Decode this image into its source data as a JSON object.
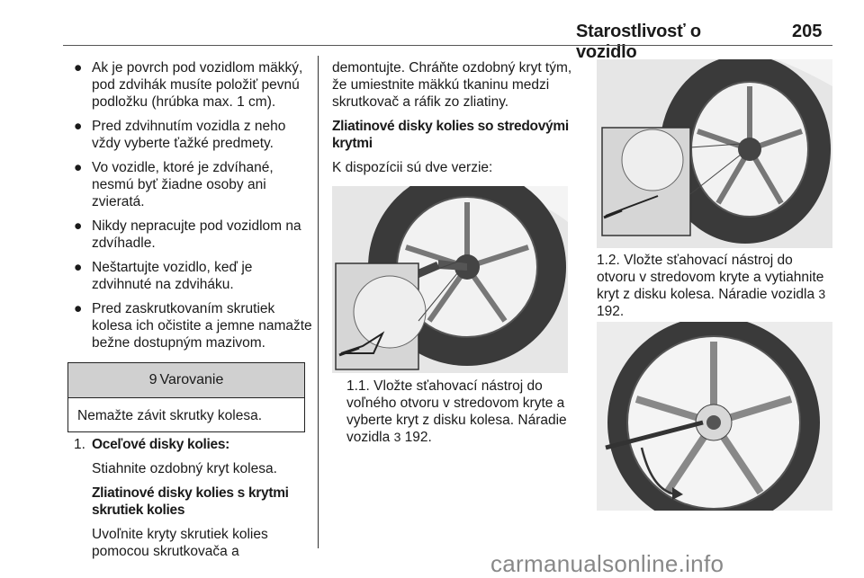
{
  "header": {
    "title": "Starostlivosť o vozidlo",
    "page_number": "205"
  },
  "column1": {
    "bullets": [
      "Ak je povrch pod vozidlom mäkký, pod zdvihák musíte položiť pevnú podložku (hrúbka max. 1 cm).",
      "Pred zdvihnutím vozidla z neho vždy vyberte ťažké predmety.",
      "Vo vozidle, ktoré je zdvíhané, nesmú byť žiadne osoby ani zvieratá.",
      "Nikdy nepracujte pod vozidlom na zdvíhadle.",
      "Neštartujte vozidlo, keď je zdvihnuté na zdviháku.",
      "Pred zaskrutkovaním skrutiek kolesa ich očistite a jemne namažte bežne dostupným mazivom."
    ],
    "bullet_symbol": "●",
    "warning": {
      "symbol": "9",
      "title": "Varovanie",
      "text": "Nemažte závit skrutky kolesa."
    },
    "step1": {
      "number": "1.",
      "heading": "Oceľové disky kolies:",
      "text": "Stiahnite ozdobný kryt kolesa.",
      "subheading": "Zliatinové disky kolies s krytmi skrutiek kolies",
      "subtext": "Uvoľnite kryty skrutiek kolies pomocou skrutkovača a"
    }
  },
  "column2": {
    "continuation": "demontujte. Chráňte ozdobný kryt tým, že umiestnite mäkkú tkaninu medzi skrutkovač a ráfik zo zliatiny.",
    "heading": "Zliatinové disky kolies so stredovými krytmi",
    "intro": "K dispozícii sú dve verzie:",
    "caption": "1.1. Vložte sťahovací nástroj do voľného otvoru v stredovom kryte a vyberte kryt z disku kolesa. Náradie vozidla",
    "ref_symbol": "3",
    "ref_page": "192."
  },
  "column3": {
    "caption": "1.2. Vložte sťahovací nástroj do otvoru v stredovom kryte a vytiahnite kryt z disku kolesa. Náradie vozidla",
    "ref_symbol": "3",
    "ref_page": "192."
  },
  "watermark": "carmanualsonline.info"
}
